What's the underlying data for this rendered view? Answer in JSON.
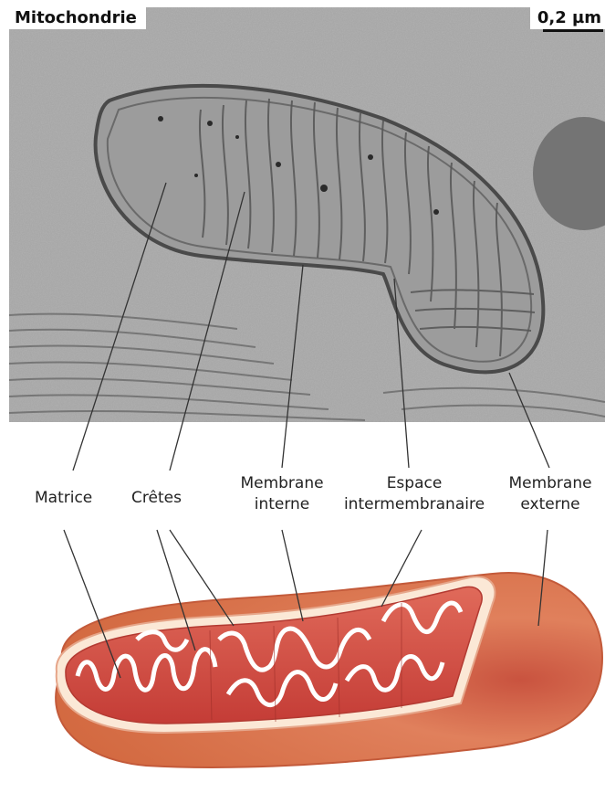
{
  "photo": {
    "title": "Mitochondrie",
    "scale": "0,2 µm"
  },
  "labels": {
    "matrice": "Matrice",
    "cretes": "Crêtes",
    "membrane_interne": [
      "Membrane",
      "interne"
    ],
    "espace": [
      "Espace",
      "intermembranaire"
    ],
    "membrane_externe": [
      "Membrane",
      "externe"
    ]
  },
  "colors": {
    "micrograph_bg": "#a9a9a9",
    "micrograph_dark": "#555555",
    "outer_membrane": "#d9714f",
    "intermembrane_space": "#fbe8d6",
    "matrix": "#d14b3f",
    "cristae_line": "#ffffff",
    "leader_line": "#333333"
  }
}
